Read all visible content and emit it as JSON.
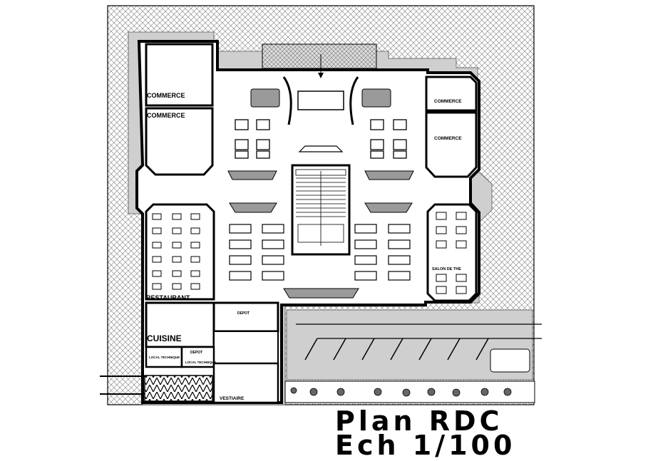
{
  "title": {
    "line1": "Plan RDC",
    "line2": "Ech 1/100"
  },
  "rooms": {
    "commerce_1": "COMMERCE",
    "commerce_2": "COMMERCE",
    "commerce_3": "COMMERCE",
    "commerce_4": "COMMERCE",
    "restaurant": "RESTAURANT",
    "cuisine": "CUISINE",
    "depot_1": "DEPOT",
    "depot_2": "DEPOT",
    "local_technique_1": "LOCAL TECHNIQUE",
    "local_technique_2": "LOCAL TECHNIQUE",
    "salon_de_the": "SALON DE THE",
    "vestiaire": "VESTIAIRE"
  }
}
